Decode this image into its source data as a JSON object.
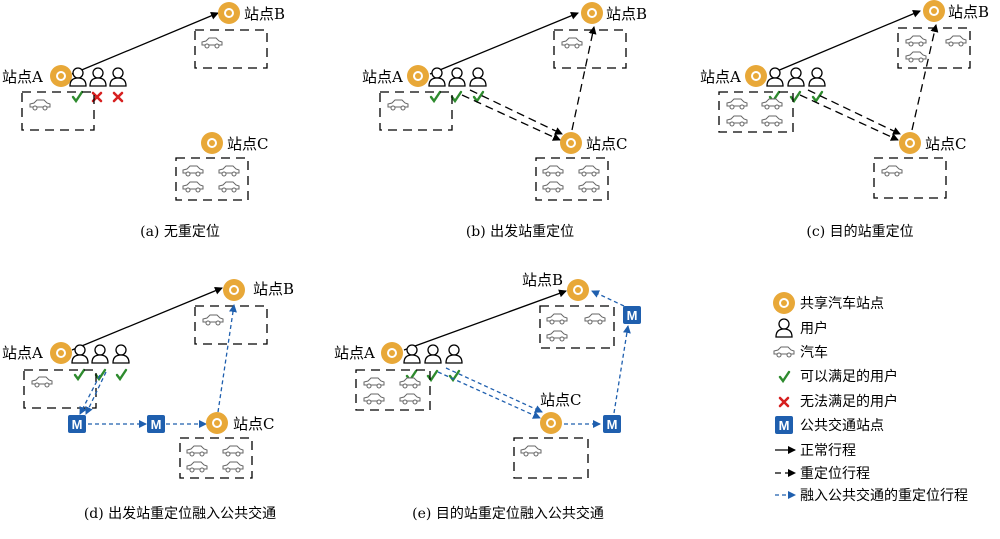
{
  "stations": {
    "a": "站点A",
    "b": "站点B",
    "c": "站点C"
  },
  "captions": {
    "a": "(a) 无重定位",
    "b": "(b) 出发站重定位",
    "c": "(c) 目的站重定位",
    "d": "(d) 出发站重定位融入公共交通",
    "e": "(e) 目的站重定位融入公共交通"
  },
  "metro_glyph": "M",
  "legend": [
    {
      "icon": "pin-icon",
      "label": "共享汽车站点"
    },
    {
      "icon": "user-icon",
      "label": "用户"
    },
    {
      "icon": "car-icon",
      "label": "汽车"
    },
    {
      "icon": "check-icon",
      "label": "可以满足的用户"
    },
    {
      "icon": "cross-icon",
      "label": "无法满足的用户"
    },
    {
      "icon": "metro-icon",
      "label": "公共交通站点"
    },
    {
      "icon": "solid-arrow-icon",
      "label": "正常行程"
    },
    {
      "icon": "dashed-arrow-icon",
      "label": "重定位行程"
    },
    {
      "icon": "blue-dashed-arrow-icon",
      "label": "融入公共交通的重定位行程"
    }
  ],
  "colors": {
    "pin": "#e8a838",
    "check": "#2e8b2e",
    "cross": "#d62020",
    "metro": "#1f5fae",
    "transit_arrow": "#1f5fae",
    "line": "#000000"
  }
}
